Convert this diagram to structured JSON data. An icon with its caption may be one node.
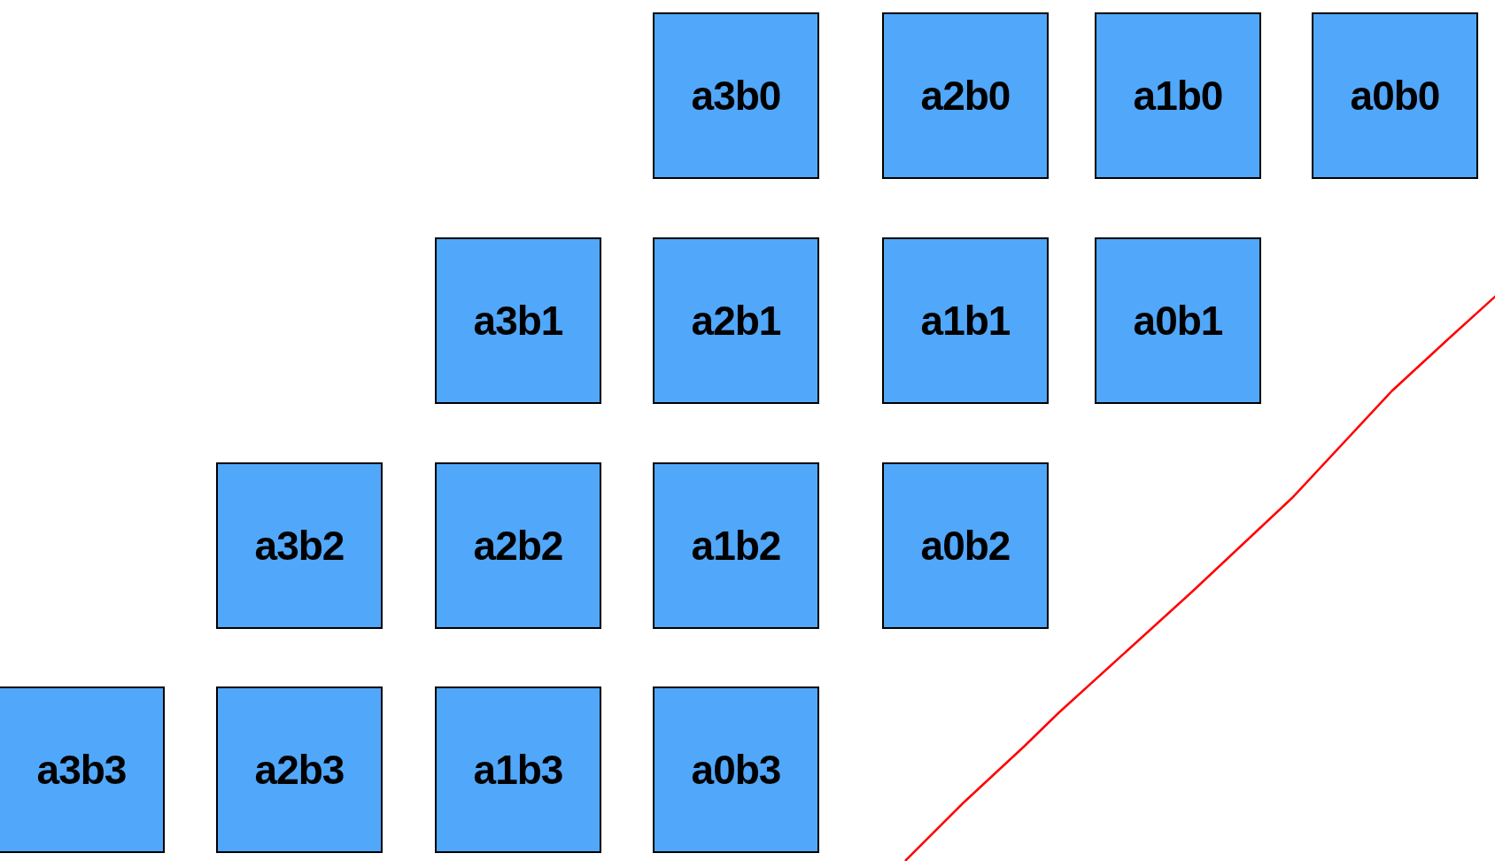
{
  "diagram": {
    "nodes": [
      {
        "text": [
          "a3b0"
        ]
      },
      {
        "text": [
          "a2b0"
        ]
      },
      {
        "text": [
          "a1b0"
        ]
      },
      {
        "text": [
          "a0b0"
        ]
      },
      {
        "text": [
          "a3b1"
        ]
      },
      {
        "text": [
          "a2b1"
        ]
      },
      {
        "text": [
          "a1b1"
        ]
      },
      {
        "text": [
          "a0b1"
        ]
      },
      {
        "text": [
          "a3b2"
        ]
      },
      {
        "text": [
          "a2b2"
        ]
      },
      {
        "text": [
          "a1b2"
        ]
      },
      {
        "text": [
          "a0b2"
        ]
      },
      {
        "text": [
          "a3b3"
        ]
      },
      {
        "text": [
          "a2b3"
        ]
      },
      {
        "text": [
          "a1b3"
        ]
      },
      {
        "text": [
          "a0b3"
        ]
      }
    ]
  }
}
